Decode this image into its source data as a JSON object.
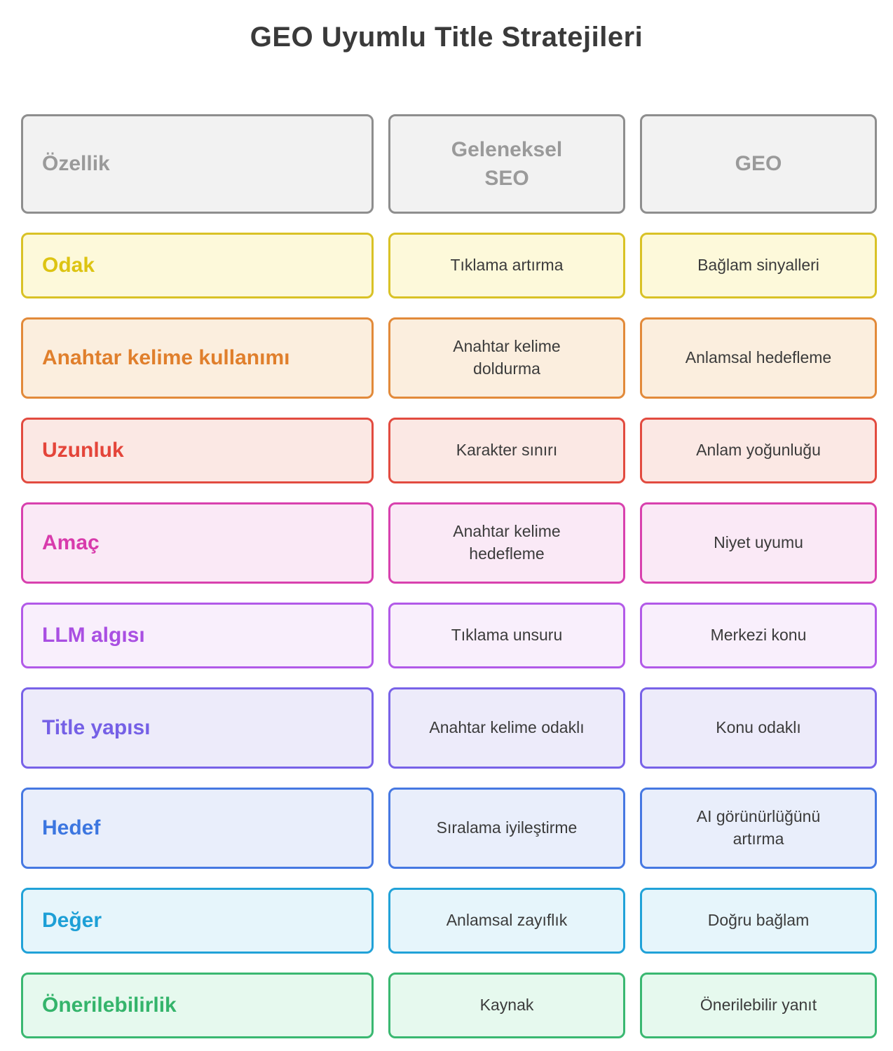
{
  "title": "GEO Uyumlu Title Stratejileri",
  "header": {
    "feature": "Özellik",
    "traditional": "Geleneksel SEO",
    "geo": "GEO",
    "border_color": "#8e8e8e",
    "bg_color": "#f2f2f2",
    "text_color": "#9a9a9a"
  },
  "cell_text_color": "#3b3b3b",
  "title_color": "#3a3a3a",
  "rows": [
    {
      "feature": "Odak",
      "traditional": "Tıklama artırma",
      "geo": "Bağlam sinyalleri",
      "border_color": "#d9c226",
      "bg_color": "#fdf9da",
      "label_color": "#ddc412"
    },
    {
      "feature": "Anahtar kelime kullanımı",
      "traditional": "Anahtar kelime doldurma",
      "geo": "Anlamsal hedefleme",
      "border_color": "#e28a3a",
      "bg_color": "#fbeede",
      "label_color": "#e07f2c"
    },
    {
      "feature": "Uzunluk",
      "traditional": "Karakter sınırı",
      "geo": "Anlam yoğunluğu",
      "border_color": "#e24b40",
      "bg_color": "#fbe8e4",
      "label_color": "#e4453a"
    },
    {
      "feature": "Amaç",
      "traditional": "Anahtar kelime hedefleme",
      "geo": "Niyet uyumu",
      "border_color": "#d841ae",
      "bg_color": "#fae9f6",
      "label_color": "#d83bac"
    },
    {
      "feature": "LLM algısı",
      "traditional": "Tıklama unsuru",
      "geo": "Merkezi konu",
      "border_color": "#b25ae8",
      "bg_color": "#f9effc",
      "label_color": "#a94fe2"
    },
    {
      "feature": "Title yapısı",
      "traditional": "Anahtar kelime odaklı",
      "geo": "Konu odaklı",
      "border_color": "#7862e8",
      "bg_color": "#edebfa",
      "label_color": "#7560e6"
    },
    {
      "feature": "Hedef",
      "traditional": "Sıralama iyileştirme",
      "geo": "AI görünürlüğünü artırma",
      "border_color": "#4678e2",
      "bg_color": "#e9eefb",
      "label_color": "#3c76e0"
    },
    {
      "feature": "Değer",
      "traditional": "Anlamsal zayıflık",
      "geo": "Doğru bağlam",
      "border_color": "#21a2d8",
      "bg_color": "#e6f5fb",
      "label_color": "#1d9fd6"
    },
    {
      "feature": "Önerilebilirlik",
      "traditional": "Kaynak",
      "geo": "Önerilebilir yanıt",
      "border_color": "#3ab871",
      "bg_color": "#e6f9ee",
      "label_color": "#34b46b"
    }
  ]
}
